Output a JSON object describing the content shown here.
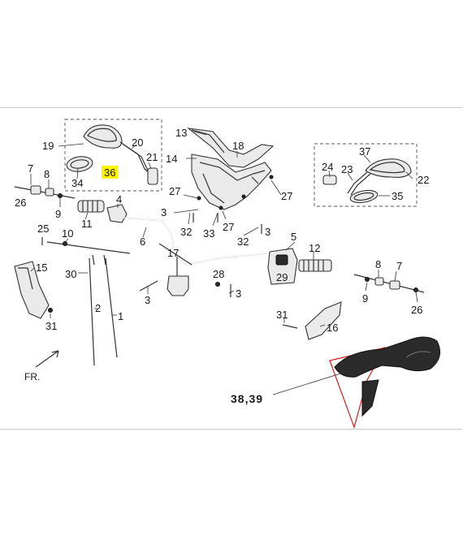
{
  "diagram": {
    "callouts": {
      "c19": "19",
      "c20": "20",
      "c21": "21",
      "c34": "34",
      "c36": "36",
      "c7l": "7",
      "c8l": "8",
      "c26l": "26",
      "c9l": "9",
      "c11": "11",
      "c4": "4",
      "c6": "6",
      "c13": "13",
      "c14": "14",
      "c18": "18",
      "c27a": "27",
      "c3a": "3",
      "c32a": "32",
      "c33": "33",
      "c27b": "27",
      "c27c": "27",
      "c32b": "32",
      "c3b": "3",
      "c24": "24",
      "c23": "23",
      "c37": "37",
      "c22": "22",
      "c35": "35",
      "c25": "25",
      "c10": "10",
      "c5": "5",
      "c12": "12",
      "c29": "29",
      "c17": "17",
      "c28": "28",
      "c3c": "3",
      "c3d": "3",
      "c15": "15",
      "c30": "30",
      "c2": "2",
      "c1": "1",
      "c31l": "31",
      "c8r": "8",
      "c7r": "7",
      "c9r": "9",
      "c26r": "26",
      "c31r": "31",
      "c16": "16",
      "c3839": "38,39"
    },
    "fr_label": "FR.",
    "highlight_color": "#fff200",
    "inset_border_color": "#d21f1f"
  }
}
